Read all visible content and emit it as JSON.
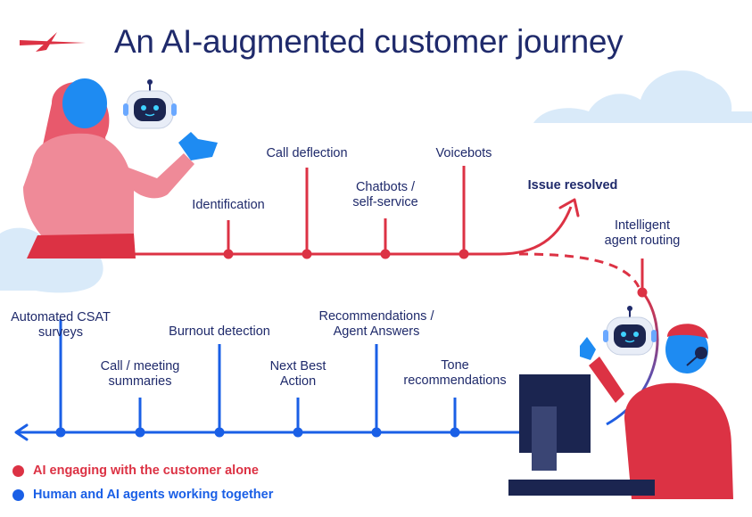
{
  "title": "An AI-augmented customer journey",
  "colors": {
    "red": "#dc3244",
    "blue": "#1a5fe6",
    "navy": "#1f2a6b",
    "cloud": "#d9eaf9",
    "bot_face": "#1b2550",
    "bot_eyes": "#3fd2ff"
  },
  "upper_stages": {
    "identification": "Identification",
    "call_deflection": "Call deflection",
    "chatbots_1": "Chatbots /",
    "chatbots_2": "self-service",
    "voicebots": "Voicebots",
    "issue_resolved": "Issue resolved",
    "routing_1": "Intelligent",
    "routing_2": "agent routing"
  },
  "lower_stages": {
    "csat_1": "Automated CSAT",
    "csat_2": "surveys",
    "summaries_1": "Call / meeting",
    "summaries_2": "summaries",
    "burnout": "Burnout detection",
    "nba_1": "Next Best",
    "nba_2": "Action",
    "reco_1": "Recommendations /",
    "reco_2": "Agent Answers",
    "tone_1": "Tone",
    "tone_2": "recommendations"
  },
  "legend": {
    "ai_alone": "AI engaging with the customer alone",
    "human_ai": "Human and AI agents working together"
  },
  "icons": [
    "brand-spark-icon",
    "chatbot-icon",
    "customer-illustration",
    "agent-illustration",
    "computer-monitor-icon",
    "cloud-icon"
  ]
}
